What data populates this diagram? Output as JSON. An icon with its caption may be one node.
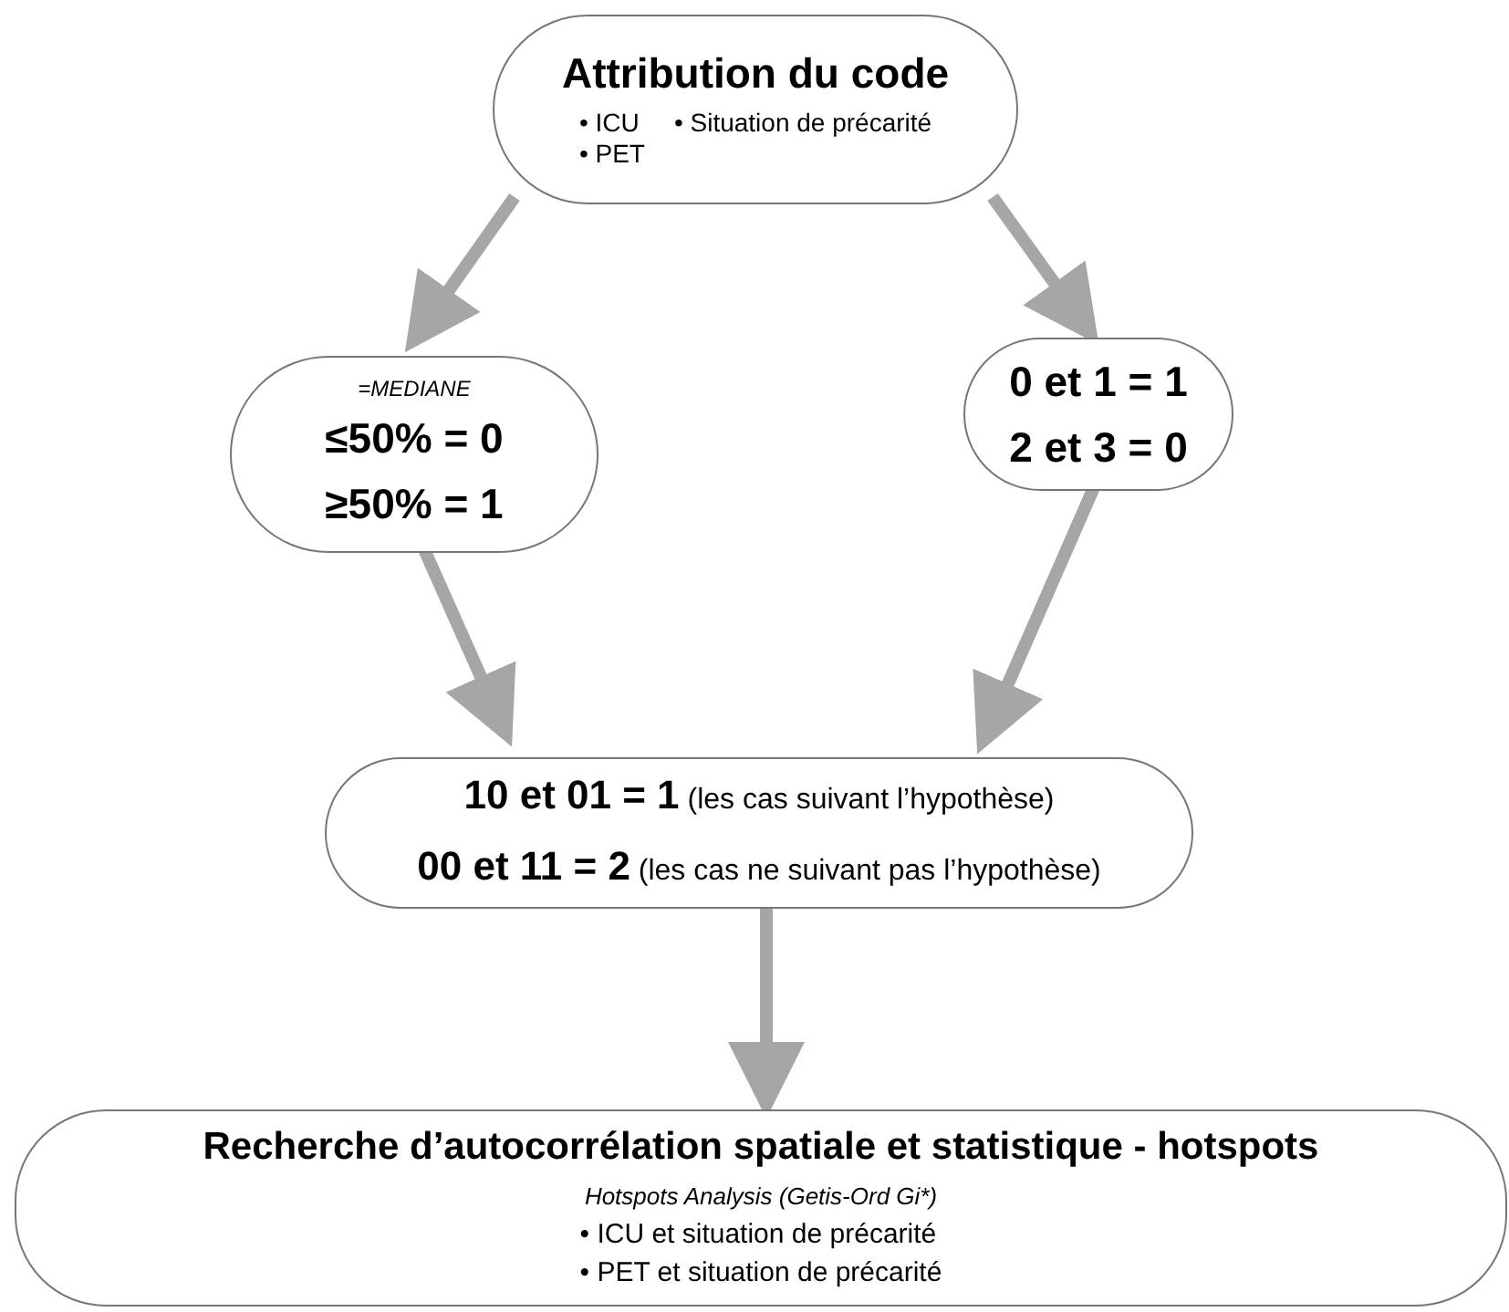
{
  "diagram": {
    "nodes": [
      {
        "text": [
          "Attribution du code",
          "• ICU",
          "• PET",
          "• Situation de précarité"
        ]
      },
      {
        "text": [
          "=MEDIANE",
          "≤50% = 0",
          "≥50% = 1"
        ]
      },
      {
        "text": [
          "0 et 1 = 1",
          "2 et 3 = 0"
        ]
      },
      {
        "text": [
          "**10 et 01 = 1** (les cas suivant l’hypothèse)",
          "**00 et 11 = 2** (les cas ne suivant pas l’hypothèse)"
        ]
      },
      {
        "text": [
          "Recherche d’autocorrélation spatiale et statistique - hotspots",
          "Hotspots Analysis (Getis-Ord Gi*)",
          "• ICU et situation de précarité",
          "• PET et situation de précarité"
        ]
      }
    ],
    "edges": [
      {
        "from": 0,
        "to": 1,
        "arrow": "to"
      },
      {
        "from": 0,
        "to": 2,
        "arrow": "to"
      },
      {
        "from": 1,
        "to": 3,
        "arrow": "to"
      },
      {
        "from": 2,
        "to": 3,
        "arrow": "to"
      },
      {
        "from": 3,
        "to": 4,
        "arrow": "to"
      }
    ]
  }
}
